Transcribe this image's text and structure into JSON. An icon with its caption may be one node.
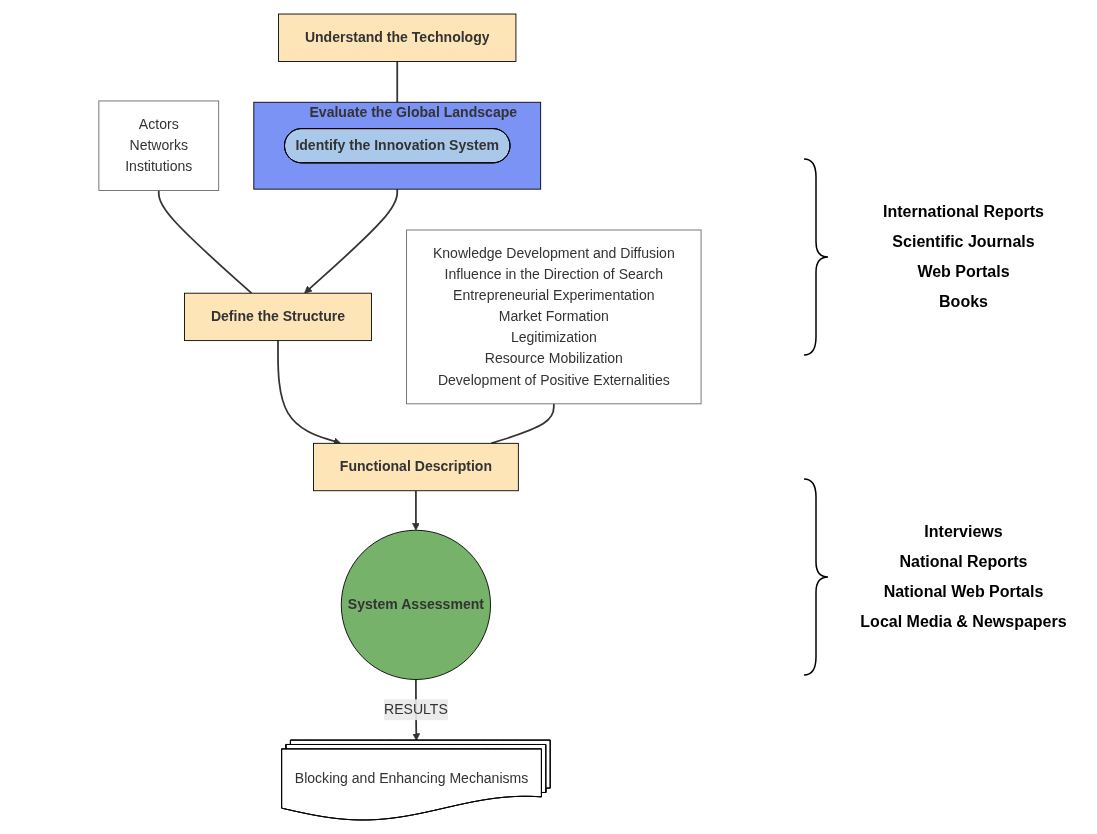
{
  "diagram": {
    "nodes": [
      {
        "text": [
          "Understand the Technology"
        ]
      },
      {
        "text": [
          "Evaluate the Global Landscape"
        ]
      },
      {
        "text": [
          "Identify the Innovation System"
        ],
        "in": 1
      },
      {
        "text": [
          "Actors",
          "Networks",
          "Institutions"
        ]
      },
      {
        "text": [
          "Define the Structure"
        ]
      },
      {
        "text": [
          "Knowledge Development and Diffusion",
          "Influence in the Direction of Search",
          "Entrepreneurial Experimentation",
          "Market Formation",
          "Legitimization",
          "Resource Mobilization",
          "Development of Positive Externalities"
        ]
      },
      {
        "text": [
          "Functional Description"
        ]
      },
      {
        "text": [
          "System Assessment"
        ]
      },
      {
        "text": [
          "Blocking and Enhancing Mechanisms"
        ]
      }
    ],
    "edges": [
      {
        "from": 0,
        "to": 1,
        "arrow": "none"
      },
      {
        "from": 1,
        "to": 4,
        "arrow": "to"
      },
      {
        "from": 3,
        "to": 4,
        "arrow": "none"
      },
      {
        "from": 4,
        "to": 6,
        "arrow": "to"
      },
      {
        "from": 5,
        "to": 6,
        "arrow": "none"
      },
      {
        "from": 6,
        "to": 7,
        "arrow": "to"
      },
      {
        "from": 7,
        "to": 8,
        "arrow": "to",
        "label": "RESULTS"
      }
    ],
    "labels": [
      "International Reports",
      "Scientific Journals",
      "Web Portals",
      "Books",
      "Interviews",
      "National Reports",
      "National Web Portals",
      "Local Media & Newspapers"
    ]
  }
}
